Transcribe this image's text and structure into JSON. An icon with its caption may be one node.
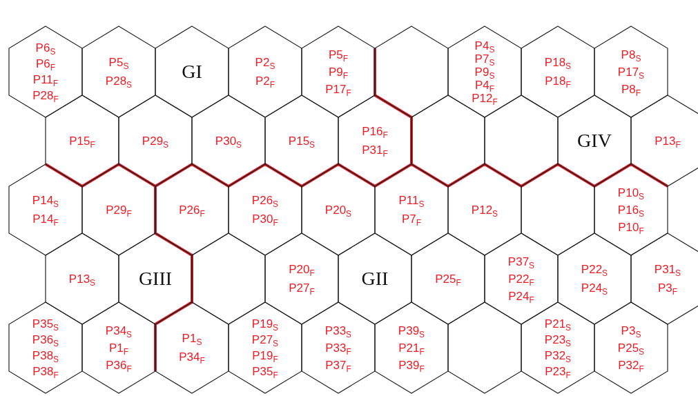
{
  "diagram": {
    "nodes": [
      {
        "text": [
          "P6$_{S}$",
          "P6$_{F}$",
          "P11$_{F}$",
          "P28$_{F}$"
        ]
      },
      {
        "text": [
          "P5$_{S}$",
          "P28$_{S}$"
        ]
      },
      {
        "text": [
          "GI"
        ]
      },
      {
        "text": [
          "P2$_{S}$",
          "P2$_{F}$"
        ]
      },
      {
        "text": [
          "P5$_{F}$",
          "P9$_{F}$",
          "P17$_{F}$"
        ]
      },
      {
        "text": [],
        "shape": "hexagon"
      },
      {
        "text": [
          "P4$_{S}$",
          "P7$_{S}$",
          "P9$_{S}$",
          "P4$_{F}$",
          "P12$_{F}$"
        ]
      },
      {
        "text": [
          "P18$_{S}$",
          "P18$_{F}$"
        ]
      },
      {
        "text": [
          "P8$_{S}$",
          "P17$_{S}$",
          "P8$_{F}$"
        ]
      },
      {
        "text": [
          "P15$_{F}$"
        ]
      },
      {
        "text": [
          "P29$_{S}$"
        ]
      },
      {
        "text": [
          "P30$_{S}$"
        ]
      },
      {
        "text": [
          "P15$_{S}$"
        ]
      },
      {
        "text": [
          "P16$_{F}$",
          "P31$_{F}$"
        ]
      },
      {
        "text": [],
        "shape": "hexagon"
      },
      {
        "text": [],
        "shape": "hexagon"
      },
      {
        "text": [
          "GIV"
        ]
      },
      {
        "text": [
          "P13$_{F}$"
        ]
      },
      {
        "text": [
          "P14$_{S}$",
          "P14$_{F}$"
        ]
      },
      {
        "text": [
          "P29$_{F}$"
        ]
      },
      {
        "text": [
          "P26$_{F}$"
        ]
      },
      {
        "text": [
          "P26$_{S}$",
          "P30$_{F}$"
        ]
      },
      {
        "text": [
          "P20$_{S}$"
        ]
      },
      {
        "text": [
          "P11$_{S}$",
          "P7$_{F}$"
        ]
      },
      {
        "text": [
          "P12$_{S}$"
        ]
      },
      {
        "text": [],
        "shape": "hexagon"
      },
      {
        "text": [
          "P10$_{S}$",
          "P16$_{S}$",
          "P10$_{F}$"
        ]
      },
      {
        "text": [
          "P13$_{S}$"
        ]
      },
      {
        "text": [
          "GIII"
        ]
      },
      {
        "text": [],
        "shape": "hexagon"
      },
      {
        "text": [
          "P20$_{F}$",
          "P27$_{F}$"
        ]
      },
      {
        "text": [
          "GII"
        ]
      },
      {
        "text": [
          "P25$_{F}$"
        ]
      },
      {
        "text": [
          "P37$_{S}$",
          "P22$_{F}$",
          "P24$_{F}$"
        ]
      },
      {
        "text": [
          "P22$_{S}$",
          "P24$_{S}$"
        ]
      },
      {
        "text": [
          "P31$_{S}$",
          "P3$_{F}$"
        ]
      },
      {
        "text": [
          "P35$_{S}$",
          "P36$_{S}$",
          "P38$_{S}$",
          "P38$_{F}$"
        ]
      },
      {
        "text": [
          "P34$_{S}$",
          "P1$_{F}$",
          "P36$_{F}$"
        ]
      },
      {
        "text": [
          "P1$_{S}$",
          "P34$_{F}$"
        ]
      },
      {
        "text": [
          "P19$_{S}$",
          "P27$_{S}$",
          "P19$_{F}$",
          "P35$_{F}$"
        ]
      },
      {
        "text": [
          "P33$_{S}$",
          "P33$_{F}$",
          "P37$_{F}$"
        ]
      },
      {
        "text": [
          "P39$_{S}$",
          "P21$_{F}$",
          "P39$_{F}$"
        ]
      },
      {
        "text": [],
        "shape": "hexagon"
      },
      {
        "text": [
          "P21$_{S}$",
          "P23$_{S}$",
          "P32$_{S}$",
          "P23$_{F}$"
        ]
      },
      {
        "text": [
          "P3$_{S}$",
          "P25$_{S}$",
          "P32$_{F}$"
        ]
      }
    ]
  }
}
